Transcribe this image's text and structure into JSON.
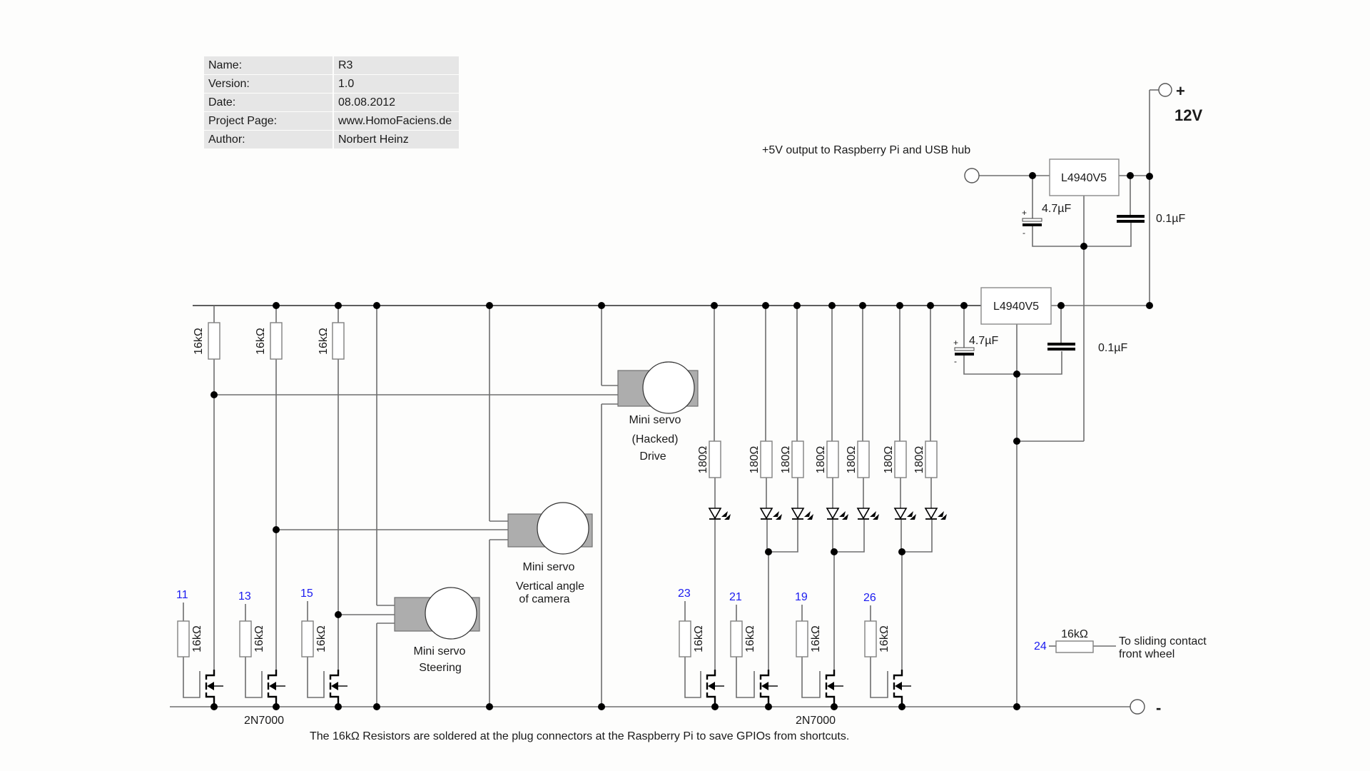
{
  "info": {
    "rows": [
      {
        "key": "Name:",
        "value": "R3"
      },
      {
        "key": "Version:",
        "value": "1.0"
      },
      {
        "key": "Date:",
        "value": "08.08.2012"
      },
      {
        "key": "Project Page:",
        "value": "www.HomoFaciens.de"
      },
      {
        "key": "Author:",
        "value": "Norbert Heinz"
      }
    ]
  },
  "power": {
    "supply_plus": "+",
    "supply_voltage": "12V",
    "ground_minus": "-",
    "output_5v_label": "+5V output to Raspberry Pi and USB hub"
  },
  "regulators": [
    {
      "part": "L4940V5",
      "electrolytic": "4.7µF",
      "ceramic": "0.1µF",
      "cap_plus": "+",
      "cap_minus": "-"
    },
    {
      "part": "L4940V5",
      "electrolytic": "4.7µF",
      "ceramic": "0.1µF",
      "cap_plus": "+",
      "cap_minus": "-"
    }
  ],
  "pullups": [
    "16kΩ",
    "16kΩ",
    "16kΩ"
  ],
  "servos": [
    {
      "title": "Mini servo",
      "line2": "(Hacked)",
      "line3": "Drive"
    },
    {
      "title": "Mini servo",
      "line2": "Vertical angle",
      "line3": "of camera"
    },
    {
      "title": "Mini servo",
      "line2": "Steering"
    }
  ],
  "led_resistors": [
    "180Ω",
    "180Ω",
    "180Ω",
    "180Ω",
    "180Ω",
    "180Ω",
    "180Ω"
  ],
  "drivers_left": [
    {
      "gpio": "11",
      "resistor": "16kΩ"
    },
    {
      "gpio": "13",
      "resistor": "16kΩ"
    },
    {
      "gpio": "15",
      "resistor": "16kΩ"
    }
  ],
  "drivers_right": [
    {
      "gpio": "23",
      "resistor": "16kΩ"
    },
    {
      "gpio": "21",
      "resistor": "16kΩ"
    },
    {
      "gpio": "19",
      "resistor": "16kΩ"
    },
    {
      "gpio": "26",
      "resistor": "16kΩ"
    }
  ],
  "transistor_left": "2N7000",
  "transistor_right": "2N7000",
  "sensor": {
    "gpio": "24",
    "resistor": "16kΩ",
    "line1": "To sliding contact",
    "line2": "front wheel"
  },
  "note": "The 16kΩ  Resistors are soldered at the plug connectors at the Raspberry Pi to save GPIOs from shortcuts."
}
